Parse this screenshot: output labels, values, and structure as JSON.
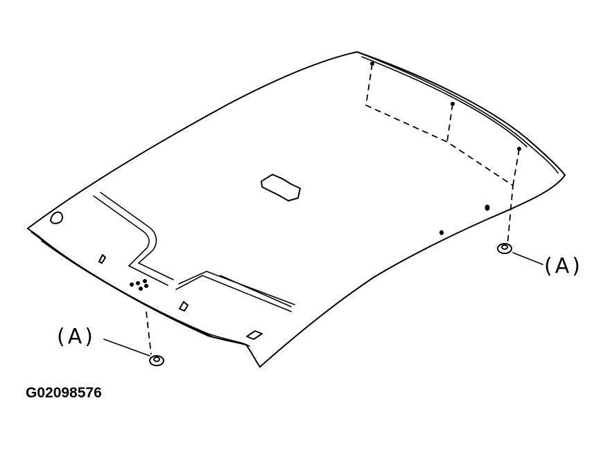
{
  "labels": {
    "callout_right": "(A)",
    "callout_left": "(A)",
    "figure_code": "G02098576"
  },
  "colors": {
    "ink": "#000000",
    "paper": "#ffffff"
  }
}
